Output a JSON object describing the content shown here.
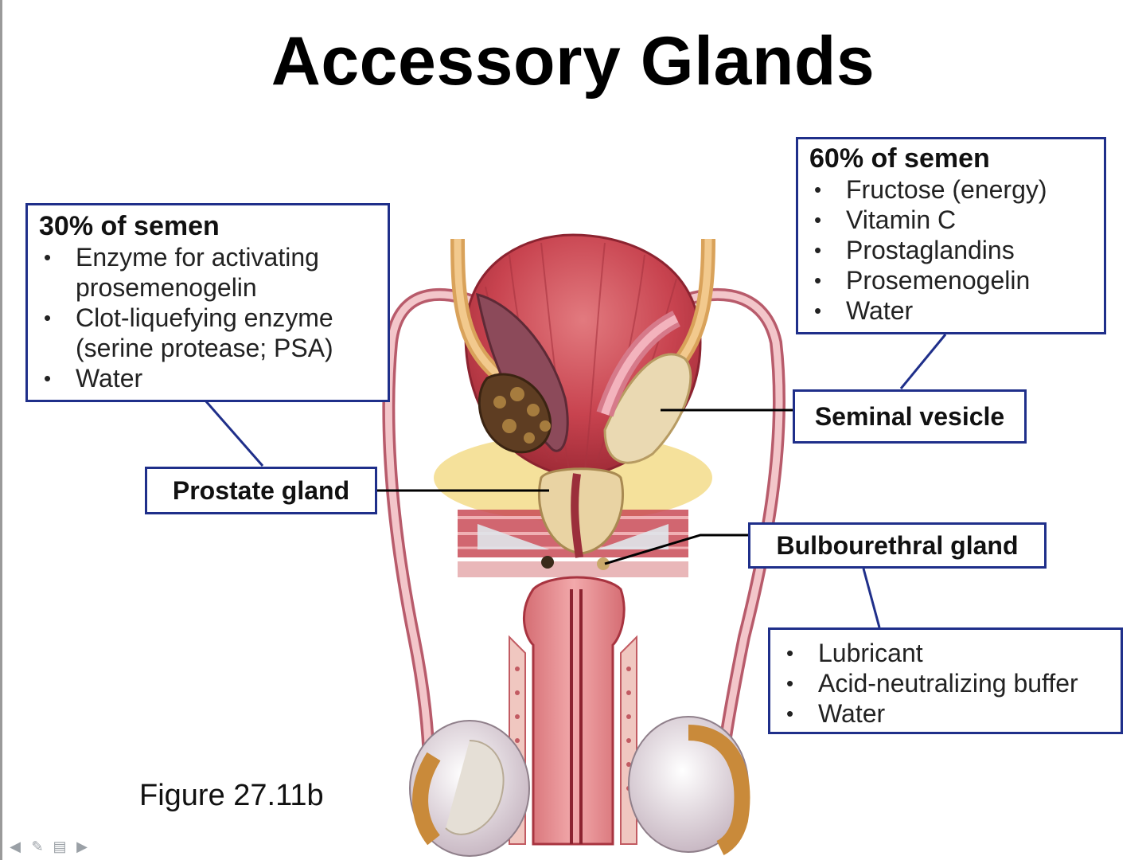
{
  "slide": {
    "title": "Accessory Glands",
    "figure_ref": "Figure 27.11b"
  },
  "prostate_box": {
    "heading": "30% of semen",
    "items": [
      "Enzyme for activating prosemenogelin",
      "Clot-liquefying enzyme (serine protease; PSA)",
      "Water"
    ]
  },
  "vesicle_box": {
    "heading": "60% of semen",
    "items": [
      "Fructose (energy)",
      "Vitamin C",
      "Prostaglandins",
      "Prosemenogelin",
      "Water"
    ]
  },
  "bulbo_box": {
    "items": [
      "Lubricant",
      "Acid-neutralizing buffer",
      "Water"
    ]
  },
  "labels": {
    "prostate": "Prostate gland",
    "seminal_vesicle": "Seminal vesicle",
    "bulbourethral": "Bulbourethral gland"
  },
  "bullet": "•",
  "nav_icons": [
    "arrow-left-icon",
    "pen-icon",
    "menu-icon",
    "arrow-right-icon"
  ],
  "colors": {
    "box_border": "#1f2f8a",
    "bladder": "#c8434f",
    "duct": "#d98a8e",
    "gland": "#e9d3a3"
  }
}
